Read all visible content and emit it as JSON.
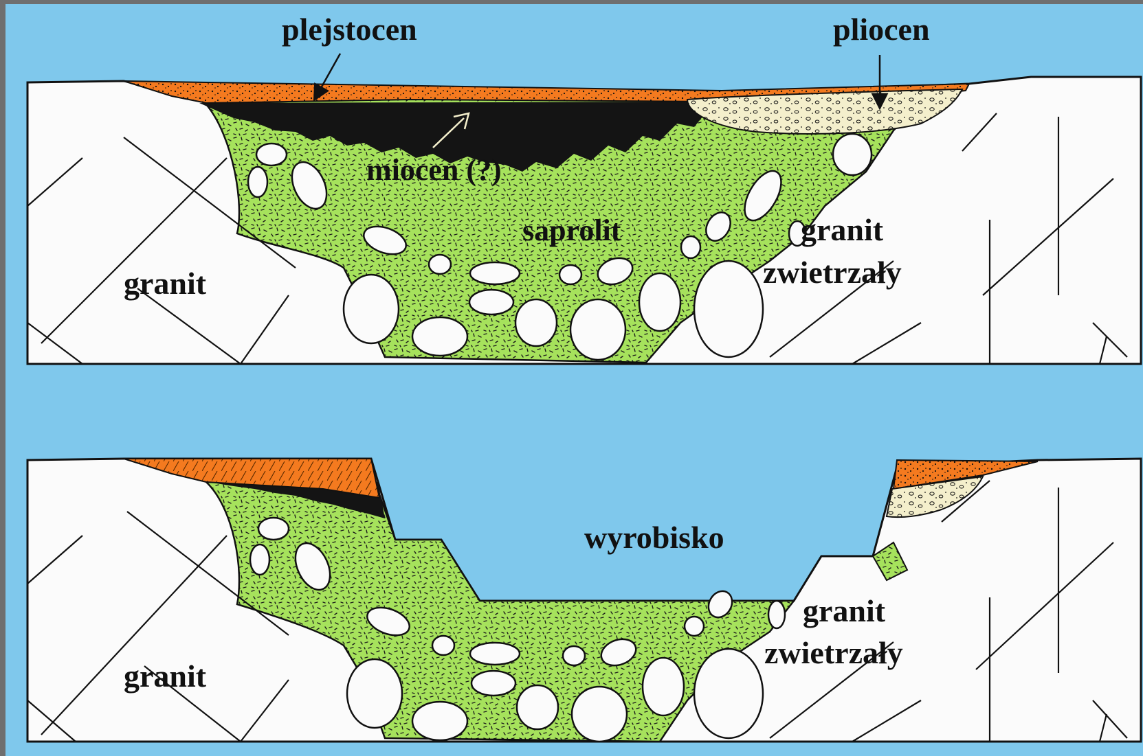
{
  "colors": {
    "sky": "#7fc8ec",
    "frame": "#6f6f6f",
    "granite": "#fbfbfb",
    "saprolite": "#a6e25c",
    "miocene": "#141414",
    "pleistocene": "#f47a1f",
    "pliocene": "#f4efcc",
    "line": "#111111"
  },
  "top_section": {
    "labels": {
      "pleistocene": "plejstocen",
      "pliocene": "pliocen",
      "miocene": "miocen (?)",
      "saprolite": "saprolit",
      "granite": "granit",
      "weathered_granite_line1": "granit",
      "weathered_granite_line2": "zwietrzały"
    }
  },
  "bottom_section": {
    "labels": {
      "pit": "wyrobisko",
      "granite": "granit",
      "weathered_granite_line1": "granit",
      "weathered_granite_line2": "zwietrzały"
    }
  }
}
